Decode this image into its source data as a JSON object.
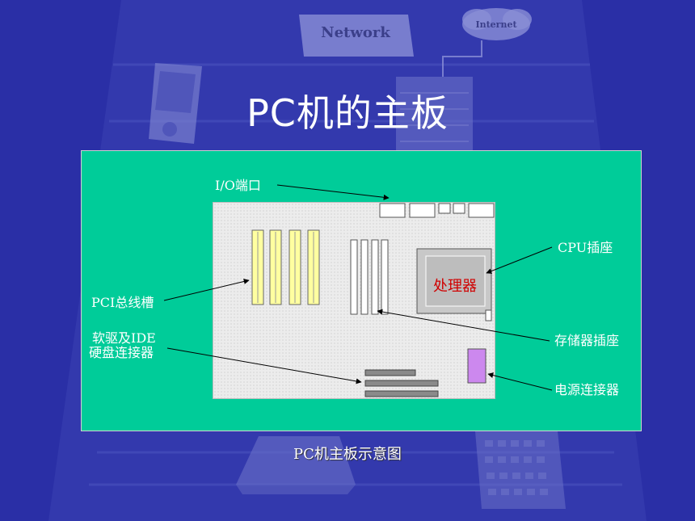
{
  "background": {
    "network_label": "Network",
    "internet_label": "Internet"
  },
  "slide": {
    "title": "PC机的主板",
    "caption": "PC机主板示意图"
  },
  "diagram": {
    "cpu_chip": "处理器",
    "labels": {
      "io_port": "I/O端口",
      "cpu_socket": "CPU插座",
      "pci_slot": "PCI总线槽",
      "floppy_ide_line1": "软驱及IDE",
      "floppy_ide_line2": "硬盘连接器",
      "memory_socket": "存储器插座",
      "power_connector": "电源连接器"
    }
  },
  "colors": {
    "background": "#2a2fa6",
    "panel": "#00cc99",
    "pci_slot": "#ffffa0",
    "power_connector": "#cc88ee",
    "cpu_text": "#d00000"
  }
}
